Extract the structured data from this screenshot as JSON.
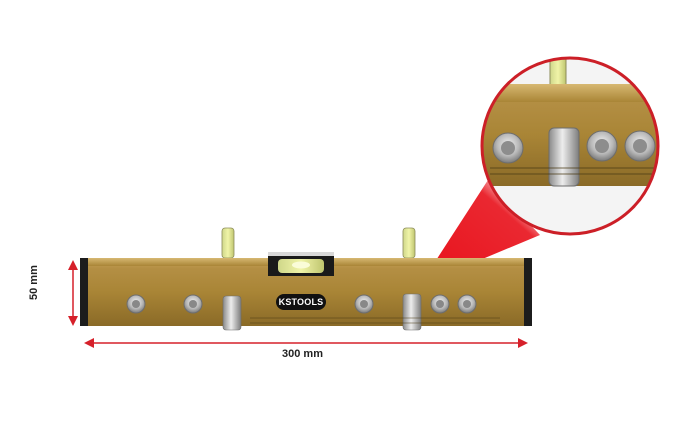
{
  "product": {
    "brand_logo_text": "KSTOOLS",
    "icon": "spirit-level-tool-image"
  },
  "dimensions": {
    "width_label": "300 mm",
    "height_label": "50 mm"
  },
  "colors": {
    "body": "#b8944a",
    "accent_arrow": "#d6202a",
    "magnifier_border": "#cc1f27"
  }
}
